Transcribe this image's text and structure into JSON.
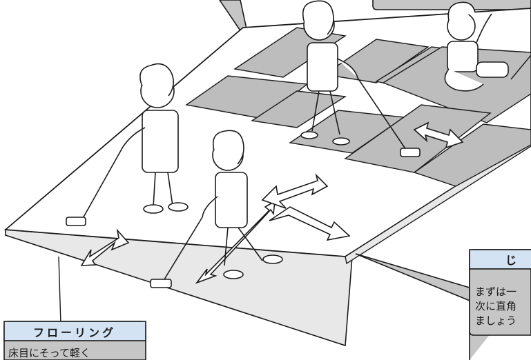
{
  "callouts": {
    "flooring": {
      "title": "フローリング",
      "body": "床目にそって軽く"
    },
    "carpet": {
      "title": "じ",
      "lines": [
        "まずは一",
        "次に直角",
        "ましょう"
      ]
    }
  },
  "colors": {
    "outline": "#1a1a1a",
    "floor": "#ffffff",
    "rug": "#bdbdbd",
    "callout_head": "#d3e3f3",
    "callout_body": "#c6c6c6"
  }
}
